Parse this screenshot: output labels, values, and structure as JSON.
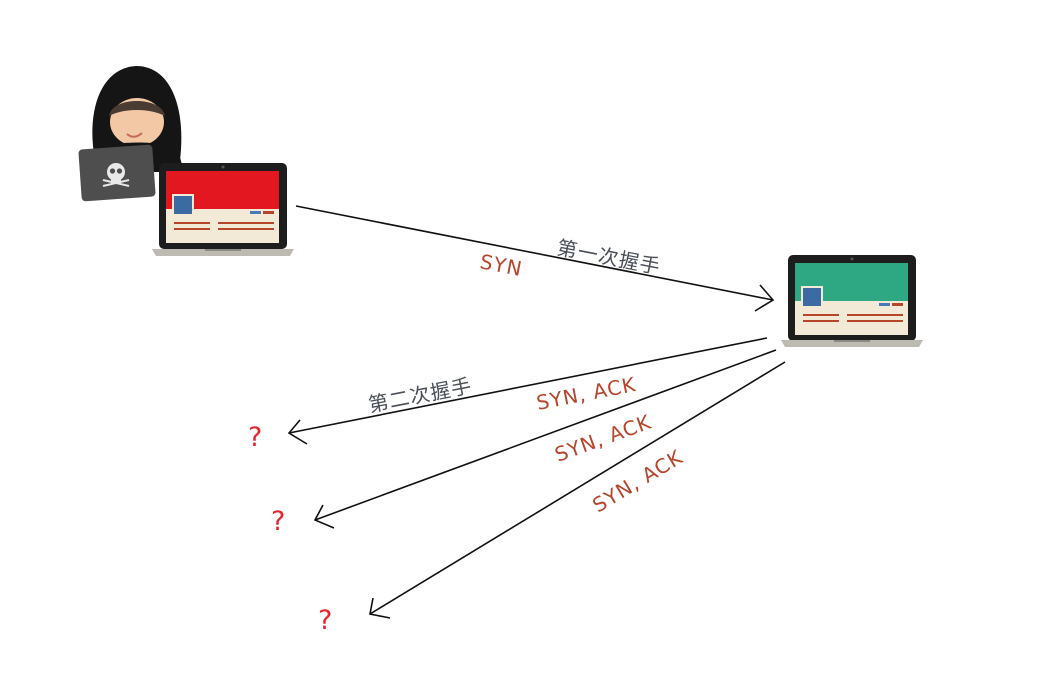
{
  "handshake_1": {
    "label": "第一次握手",
    "message": "SYN"
  },
  "handshake_2": {
    "label": "第二次握手"
  },
  "replies": [
    "SYN, ACK",
    "SYN, ACK",
    "SYN, ACK"
  ],
  "unknown_targets": [
    "?",
    "?",
    "?"
  ],
  "colors": {
    "attacker_screen": "#e3171f",
    "server_screen": "#2ea882",
    "message_text": "#b5452b",
    "handshake_text": "#4a4f58",
    "question_mark": "#e8252b"
  }
}
